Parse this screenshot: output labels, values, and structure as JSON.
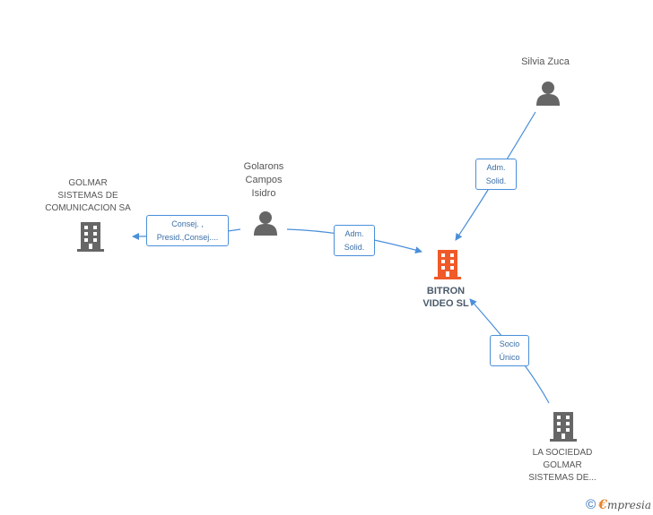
{
  "nodes": {
    "golmar": {
      "label": "GOLMAR\nSISTEMAS DE\nCOMUNICACION SA",
      "icon": "building-icon",
      "color": "#666666"
    },
    "golarons": {
      "label": "Golarons\nCampos\nIsidro",
      "icon": "person-icon",
      "color": "#666666"
    },
    "silvia": {
      "label": "Silvia Zuca",
      "icon": "person-icon",
      "color": "#666666"
    },
    "bitron": {
      "label": "BITRON\nVIDEO SL",
      "icon": "building-icon",
      "color": "#f05a28"
    },
    "sociedad": {
      "label": "LA SOCIEDAD\nGOLMAR\nSISTEMAS DE...",
      "icon": "building-icon",
      "color": "#666666"
    }
  },
  "edges": {
    "golarons_golmar": {
      "label": "Consej. ,\nPresid.,Consej...."
    },
    "golarons_bitron": {
      "label": "Adm.\nSolid."
    },
    "silvia_bitron": {
      "label": "Adm.\nSolid."
    },
    "sociedad_bitron": {
      "label": "Socio\nÚnico"
    }
  },
  "footer": {
    "copyright_symbol": "©",
    "brand_first": "€",
    "brand_rest": "mpresia"
  },
  "colors": {
    "edge": "#4a8fd9",
    "node": "#666666",
    "focus": "#f05a28"
  }
}
